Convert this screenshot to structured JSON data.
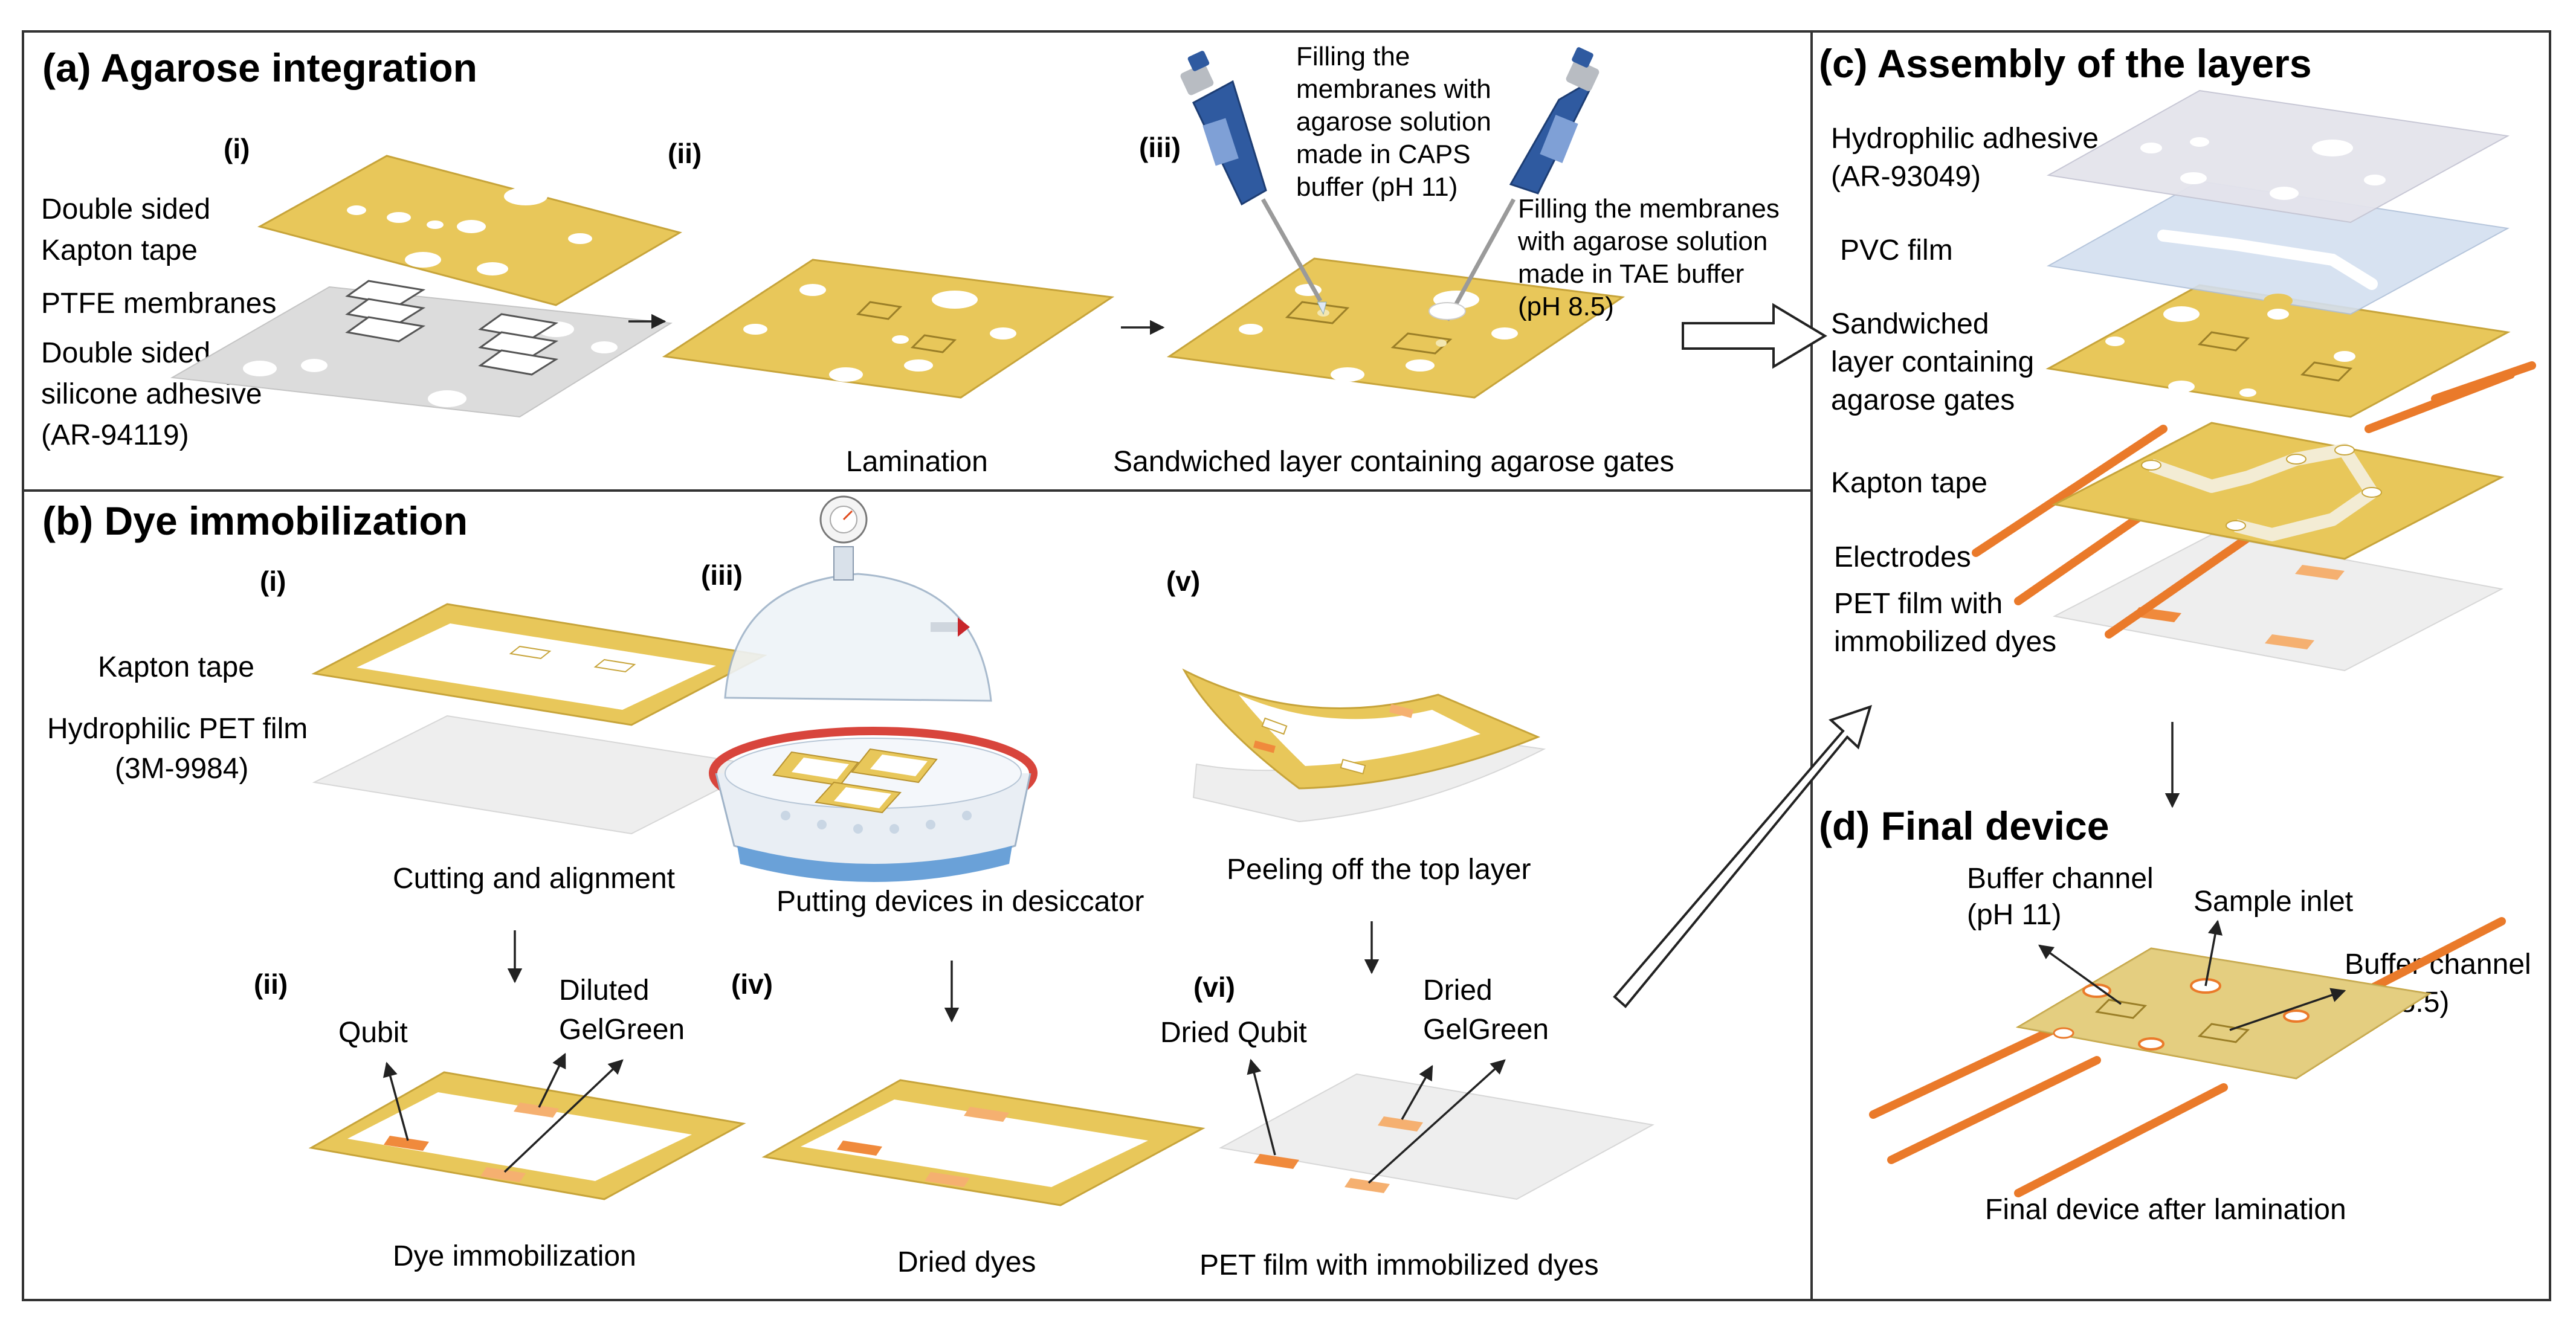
{
  "panel_a": {
    "heading": "(a) Agarose integration",
    "step_i": "(i)",
    "step_ii": "(ii)",
    "step_iii": "(iii)",
    "layer_kapton_1": "Double sided",
    "layer_kapton_2": "Kapton tape",
    "layer_ptfe": "PTFE membranes",
    "layer_silicone_1": "Double sided",
    "layer_silicone_2": "silicone adhesive",
    "layer_silicone_3": "(AR-94119)",
    "caption_ii": "Lamination",
    "caption_iii": "Sandwiched layer containing agarose gates",
    "fill_caps": [
      "Filling the",
      "membranes with",
      "agarose solution",
      "made in CAPS",
      "buffer (pH 11)"
    ],
    "fill_tae": [
      "Filling the membranes",
      "with agarose solution",
      "made in TAE buffer",
      "(pH 8.5)"
    ]
  },
  "panel_b": {
    "heading": "(b) Dye immobilization",
    "step_i": "(i)",
    "step_ii": "(ii)",
    "step_iii": "(iii)",
    "step_iv": "(iv)",
    "step_v": "(v)",
    "step_vi": "(vi)",
    "layer_kapton": "Kapton tape",
    "layer_pet_1": "Hydrophilic PET film",
    "layer_pet_2": "(3M-9984)",
    "caption_i": "Cutting and alignment",
    "caption_iii": "Putting devices in desiccator",
    "caption_v": "Peeling off the top layer",
    "label_qubit": "Qubit",
    "label_diluted_1": "Diluted",
    "label_diluted_2": "GelGreen",
    "caption_ii": "Dye immobilization",
    "caption_iv": "Dried dyes",
    "label_dried_qubit": "Dried Qubit",
    "label_dried_gg_1": "Dried",
    "label_dried_gg_2": "GelGreen",
    "caption_vi": "PET film with immobilized dyes"
  },
  "panel_c": {
    "heading": "(c) Assembly of the layers",
    "layer_hydro_1": "Hydrophilic adhesive",
    "layer_hydro_2": "(AR-93049)",
    "layer_pvc": "PVC film",
    "layer_sand_1": "Sandwiched",
    "layer_sand_2": "layer containing",
    "layer_sand_3": "agarose gates",
    "layer_kapton": "Kapton tape",
    "layer_electrodes": "Electrodes",
    "layer_pet_1": "PET film with",
    "layer_pet_2": "immobilized dyes"
  },
  "panel_d": {
    "heading": "(d) Final device",
    "buffer_11_1": "Buffer channel",
    "buffer_11_2": "(pH 11)",
    "sample_inlet": "Sample inlet",
    "buffer_85_1": "Buffer channel",
    "buffer_85_2": "(pH 8.5)",
    "caption": "Final device after lamination"
  },
  "colors": {
    "kapton": "#e8c75a",
    "dye": "#f08a3c",
    "electrode": "#ea7a2a",
    "pvc": "#d3dff0",
    "pipette": "#2f5aa0"
  }
}
